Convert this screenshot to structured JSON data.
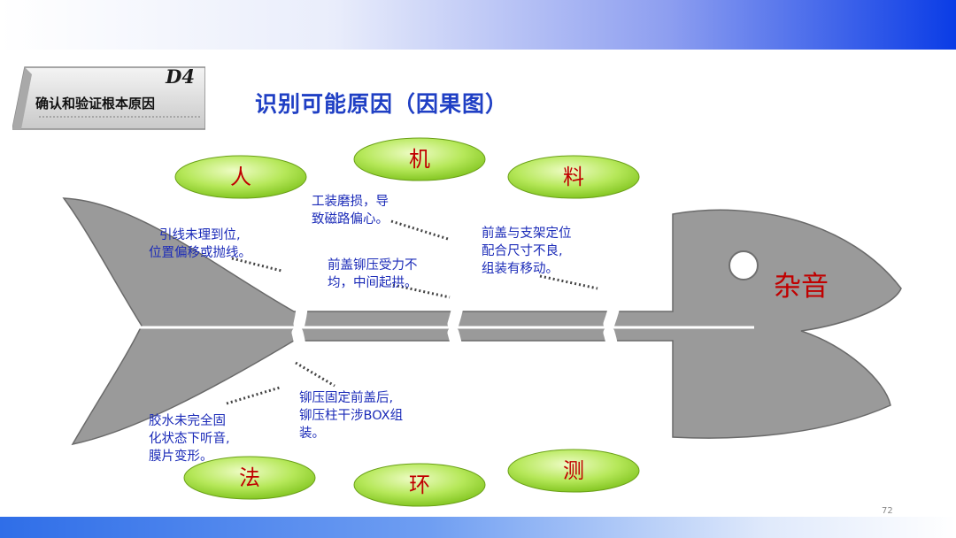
{
  "slide": {
    "d4_code": "D4",
    "d4_label": "确认和验证根本原因",
    "title": "识别可能原因（因果图）",
    "page_number": "72"
  },
  "fishbone": {
    "effect": "杂音",
    "categories": {
      "ren": "人",
      "ji": "机",
      "liao": "料",
      "fa": "法",
      "huan": "环",
      "ce": "测"
    },
    "causes": {
      "ren": [
        "引线未理到位,",
        "位置偏移或抛线。"
      ],
      "ji_1": [
        "工装磨损，导",
        "致磁路偏心。"
      ],
      "ji_2": [
        "前盖铆压受力不",
        "均，中间起拱。"
      ],
      "liao": [
        "前盖与支架定位",
        "配合尺寸不良,",
        "组装有移动。"
      ],
      "fa": [
        "胶水未完全固",
        "化状态下听音,",
        "膜片变形。"
      ],
      "huan": [
        "铆压固定前盖后,",
        "铆压柱干涉BOX组",
        "装。"
      ]
    }
  },
  "colors": {
    "fish": "#9a9a9a",
    "fish_outline": "#6a6a6a",
    "oval_green": "#8ed11f",
    "category_text": "#c00000",
    "cause_text": "#1b2bb8",
    "title": "#1f3fc4"
  }
}
